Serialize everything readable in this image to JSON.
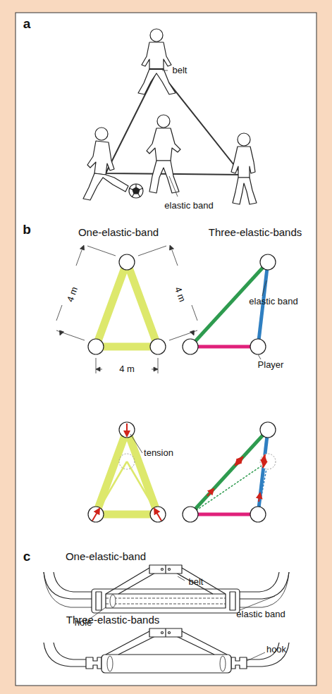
{
  "diagram": {
    "labels": [
      "a",
      "belt",
      "elastic band",
      "b",
      "One-elastic-band",
      "Three-elastic-bands",
      "4 m",
      "4 m",
      "4 m",
      "elastic band",
      "Player",
      "tension",
      "c",
      "One-elastic-band",
      "belt",
      "elastic band",
      "hole",
      "Three-elastic-bands",
      "hook"
    ]
  }
}
